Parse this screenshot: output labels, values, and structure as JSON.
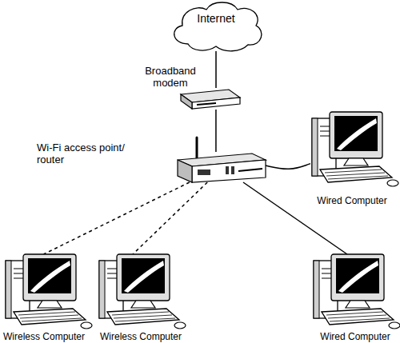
{
  "diagram": {
    "nodes": [
      {
        "text": [
          "Internet"
        ]
      },
      {
        "text": [
          "Broadband modem"
        ]
      },
      {
        "text": [
          "Wi-Fi access point/ router"
        ]
      },
      {
        "text": [
          "Wired Computer"
        ]
      },
      {
        "text": [
          "Wireless Computer"
        ]
      },
      {
        "text": [
          "Wireless Computer"
        ]
      },
      {
        "text": [
          "Wired Computer"
        ]
      }
    ],
    "edges": [
      {
        "from": 0,
        "to": 1,
        "arrow": "none"
      },
      {
        "from": 1,
        "to": 2,
        "arrow": "none"
      },
      {
        "from": 2,
        "to": 3,
        "arrow": "none"
      },
      {
        "from": 2,
        "to": 4,
        "arrow": "none"
      },
      {
        "from": 2,
        "to": 5,
        "arrow": "none"
      },
      {
        "from": 2,
        "to": 6,
        "arrow": "none"
      }
    ]
  }
}
